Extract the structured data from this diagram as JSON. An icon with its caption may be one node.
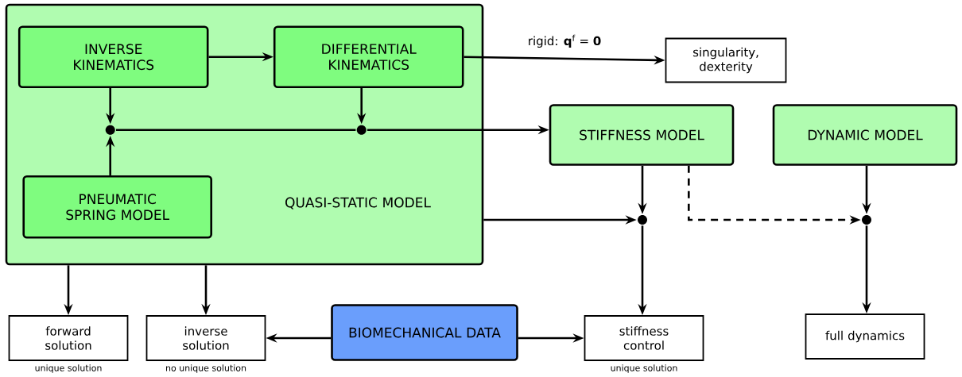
{
  "diagram": {
    "nodes": [
      {
        "text": [
          "QUASI-STATIC MODEL"
        ]
      },
      {
        "text": [
          "INVERSE KINEMATICS"
        ],
        "in": 0
      },
      {
        "text": [
          "DIFFERENTIAL KINEMATICS"
        ],
        "in": 0
      },
      {
        "text": [
          "PNEUMATIC SPRING MODEL"
        ],
        "in": 0
      },
      {
        "text": [],
        "shape": "circle",
        "in": 0
      },
      {
        "text": [],
        "shape": "circle",
        "in": 0
      },
      {
        "text": [
          "singularity, dexterity"
        ]
      },
      {
        "text": [
          "STIFFNESS MODEL"
        ]
      },
      {
        "text": [
          "DYNAMIC MODEL"
        ]
      },
      {
        "text": [],
        "shape": "circle"
      },
      {
        "text": [],
        "shape": "circle"
      },
      {
        "text": [
          "forward solution"
        ],
        "beside": [
          "unique solution"
        ]
      },
      {
        "text": [
          "inverse solution"
        ],
        "beside": [
          "no unique solution"
        ]
      },
      {
        "text": [
          "BIOMECHANICAL DATA"
        ]
      },
      {
        "text": [
          "stiffness control"
        ],
        "beside": [
          "unique solution"
        ]
      },
      {
        "text": [
          "full dynamics"
        ]
      }
    ],
    "edges": [
      {
        "from": 1,
        "to": 2,
        "arrow": "to"
      },
      {
        "from": 1,
        "to": 4,
        "arrow": "to"
      },
      {
        "from": 3,
        "to": 4,
        "arrow": "to"
      },
      {
        "from": 4,
        "to": 5,
        "arrow": "none"
      },
      {
        "from": 2,
        "to": 5,
        "arrow": "to"
      },
      {
        "from": 5,
        "to": 7,
        "arrow": "to"
      },
      {
        "from": 2,
        "to": 6,
        "arrow": "to",
        "label": "rigid: **q**$^{f}$ = **0**"
      },
      {
        "from": 7,
        "to": 9,
        "arrow": "to"
      },
      {
        "from": 0,
        "to": 9,
        "arrow": "to"
      },
      {
        "from": 7,
        "to": 10,
        "arrow": "to",
        "style": "dashed"
      },
      {
        "from": 8,
        "to": 10,
        "arrow": "to"
      },
      {
        "from": 9,
        "to": 14,
        "arrow": "to"
      },
      {
        "from": 10,
        "to": 15,
        "arrow": "to"
      },
      {
        "from": 0,
        "to": 11,
        "arrow": "to"
      },
      {
        "from": 0,
        "to": 12,
        "arrow": "to"
      },
      {
        "from": 13,
        "to": 12,
        "arrow": "to"
      },
      {
        "from": 13,
        "to": 14,
        "arrow": "to"
      }
    ]
  }
}
